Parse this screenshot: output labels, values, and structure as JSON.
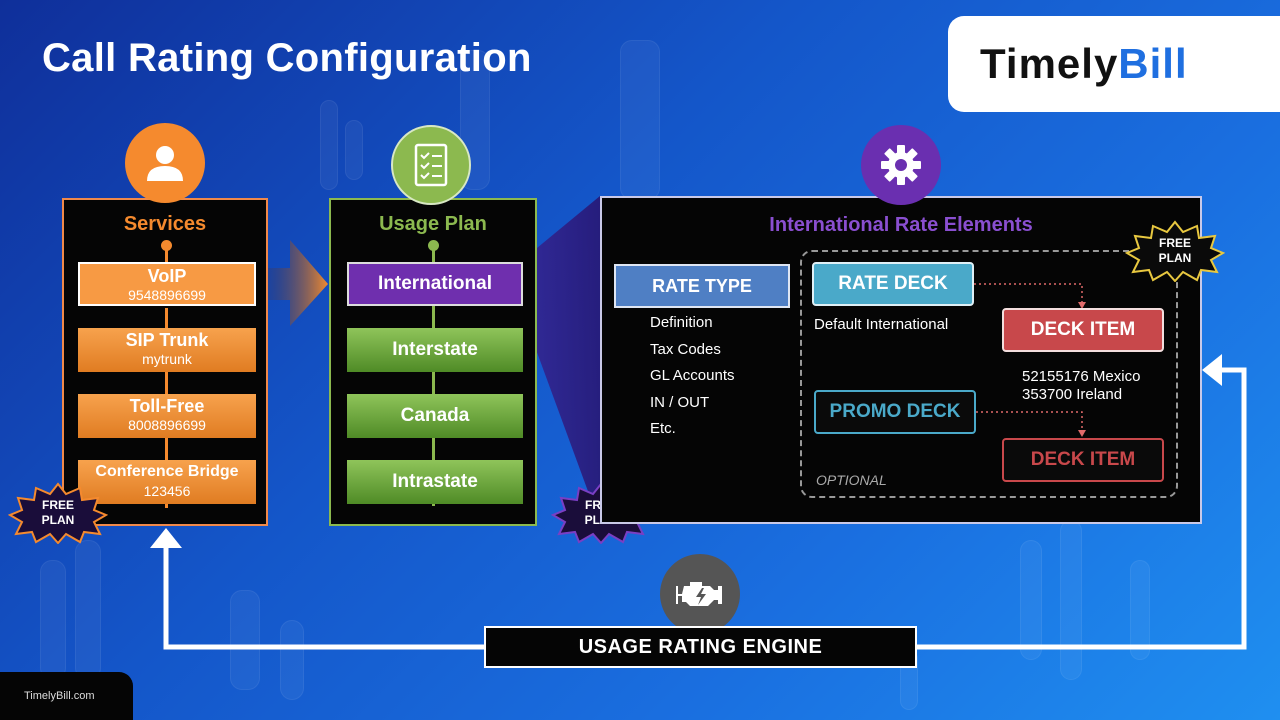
{
  "title": "Call Rating Configuration",
  "logo": {
    "part1": "Timely",
    "part2": "Bill"
  },
  "footer": "TimelyBill.com",
  "colors": {
    "services_accent": "#f58a2e",
    "usage_plan_accent": "#8cb94f",
    "rate_elements_accent": "#7a3fc4",
    "rate_type": "#4f7fc4",
    "rate_deck": "#4aa9c9",
    "deck_item": "#c8484b"
  },
  "services": {
    "icon": "user-icon",
    "title": "Services",
    "items": [
      {
        "name": "VoIP",
        "value": "9548896699",
        "selected": true
      },
      {
        "name": "SIP Trunk",
        "value": "mytrunk"
      },
      {
        "name": "Toll-Free",
        "value": "8008896699"
      },
      {
        "name": "Conference Bridge",
        "value": "123456"
      }
    ],
    "badge": {
      "line1": "FREE",
      "line2": "PLAN"
    }
  },
  "usage_plan": {
    "icon": "checklist-icon",
    "title": "Usage Plan",
    "items": [
      {
        "label": "International",
        "selected": true
      },
      {
        "label": "Interstate"
      },
      {
        "label": "Canada"
      },
      {
        "label": "Intrastate"
      }
    ],
    "badge": {
      "line1": "FREE",
      "line2": "PLAN"
    }
  },
  "rate_elements": {
    "icon": "gear-icon",
    "title": "International Rate Elements",
    "rate_type": {
      "label": "RATE TYPE",
      "items": [
        "Definition",
        "Tax Codes",
        "GL Accounts",
        "IN / OUT",
        "Etc."
      ]
    },
    "rate_deck": {
      "label": "RATE DECK",
      "subtitle": "Default International"
    },
    "deck_item_1": {
      "label": "DECK ITEM",
      "lines": [
        "52155176 Mexico",
        "353700 Ireland"
      ]
    },
    "promo_deck": {
      "label": "PROMO DECK"
    },
    "deck_item_2": {
      "label": "DECK ITEM"
    },
    "optional_label": "OPTIONAL",
    "badge": {
      "line1": "FREE",
      "line2": "PLAN"
    }
  },
  "engine": {
    "icon": "engine-icon",
    "label": "USAGE RATING ENGINE"
  }
}
